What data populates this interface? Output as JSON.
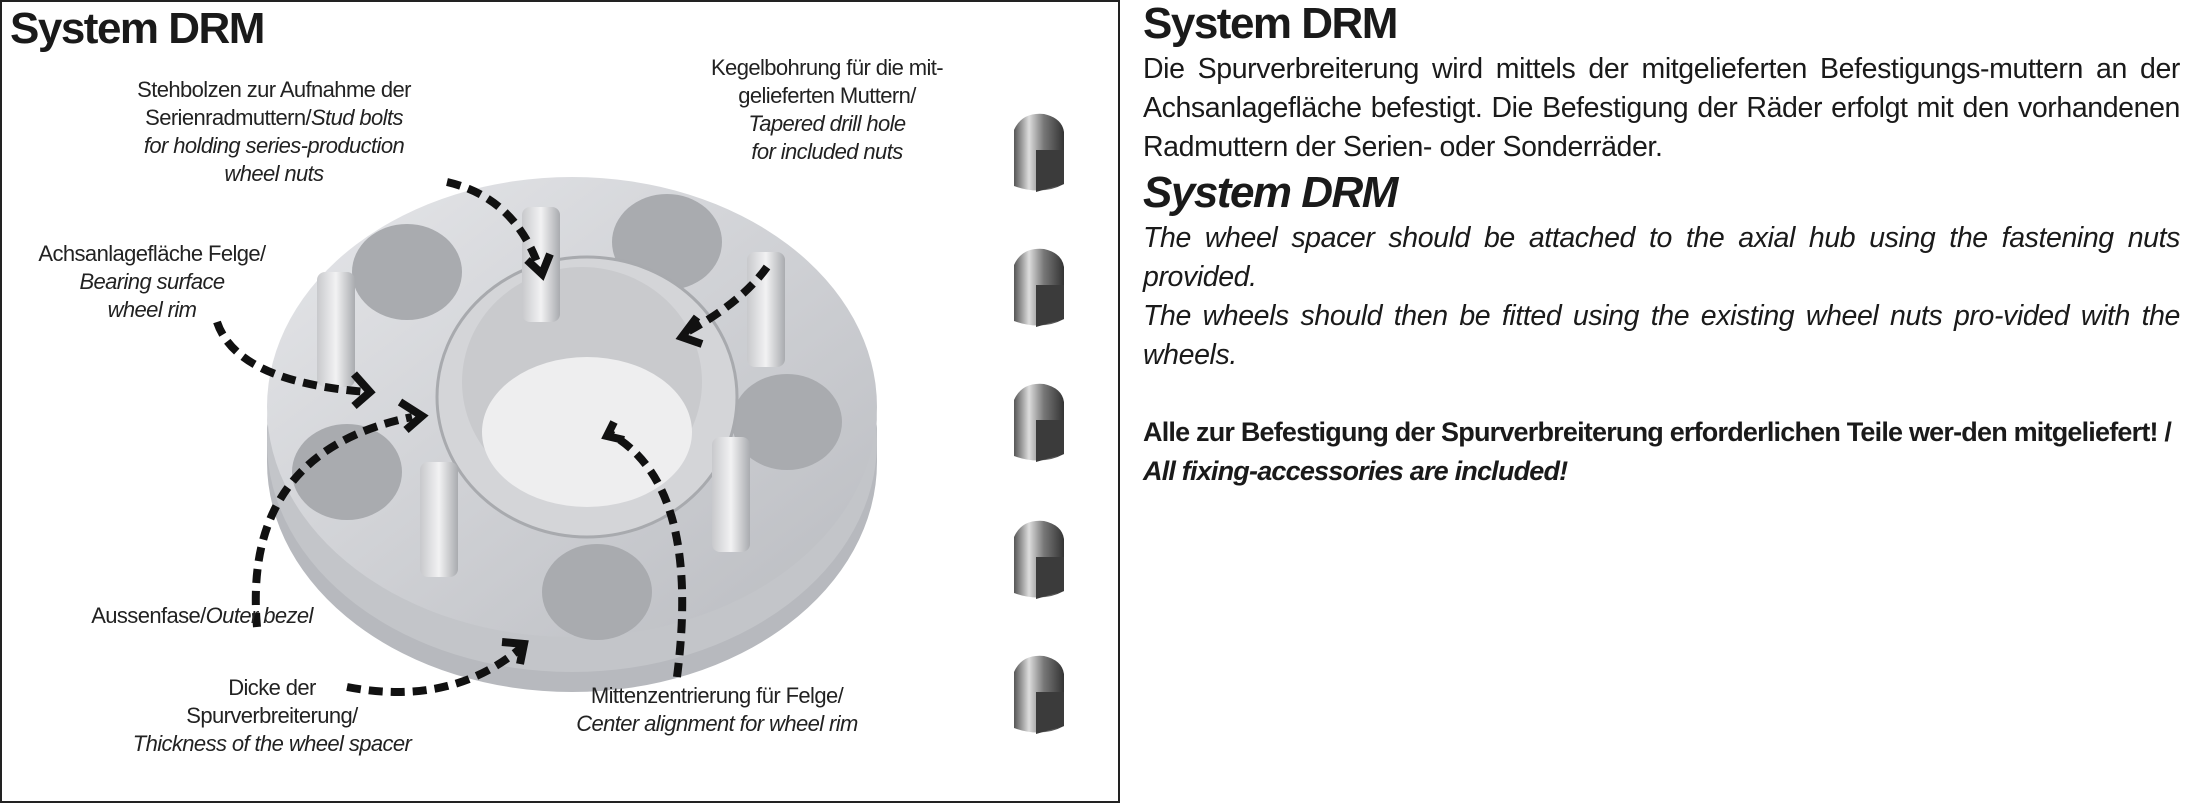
{
  "left_panel": {
    "title": "System DRM",
    "labels": {
      "stud_de_1": "Stehbolzen zur Aufnahme der",
      "stud_de_2": "Serienradmuttern/",
      "stud_en_1": "Stud bolts",
      "stud_en_2": "for holding series-production",
      "stud_en_3": "wheel nuts",
      "taper_de_1": "Kegelbohrung für die mit-",
      "taper_de_2": "gelieferten Muttern/",
      "taper_en_1": "Tapered drill hole",
      "taper_en_2": "for included nuts",
      "bearing_de": "Achsanlagefläche Felge/",
      "bearing_en_1": "Bearing surface",
      "bearing_en_2": "wheel rim",
      "bezel_de": "Aussenfase/",
      "bezel_en": "Outer bezel",
      "thick_de_1": "Dicke der",
      "thick_de_2": "Spurverbreiterung/",
      "thick_en": "Thickness of the wheel spacer",
      "center_de": "Mittenzentrierung für Felge/",
      "center_en": "Center alignment for wheel rim"
    },
    "nut_count": 5
  },
  "right_panel": {
    "title_de": "System DRM",
    "para_de": "Die Spurverbreiterung wird mittels der mitgelieferten Befestigungs-muttern an der Achsanlagefläche befestigt. Die Befestigung der Räder erfolgt mit den vorhandenen Radmuttern der Serien- oder Sonderräder.",
    "title_en": "System DRM",
    "para_en_1": "The wheel spacer should be attached to the axial hub using the fastening nuts provided.",
    "para_en_2": "The wheels should then be fitted using the existing wheel nuts pro-vided with the wheels.",
    "note_de": "Alle zur Befestigung der Spurverbreiterung erforderlichen Teile wer-den mitgeliefert!",
    "note_sep": " / ",
    "note_en": "All fixing-accessories are included!"
  }
}
